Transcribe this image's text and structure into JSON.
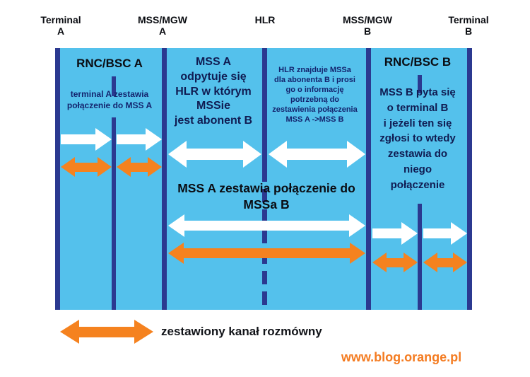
{
  "diagram": {
    "lanes": [
      {
        "label": "Terminal",
        "sub": "A"
      },
      {
        "label": "MSS/MGW",
        "sub": "A"
      },
      {
        "label": "HLR",
        "sub": ""
      },
      {
        "label": "MSS/MGW",
        "sub": "B"
      },
      {
        "label": "Terminal",
        "sub": "B"
      }
    ],
    "columns": {
      "col1_title": "RNC/BSC A",
      "col1_note": "terminal A zestawia\npołączenie do MSS A",
      "col2_text": "MSS A\nodpytuje się\nHLR w którym\nMSSie\njest abonent B",
      "col3_text": "HLR znajduje MSSa\ndla abonenta B i prosi\ngo o informację\npotrzebną do\nzestawienia połączenia\nMSS A ->MSS B",
      "col4_title": "RNC/BSC B",
      "col4_note": "MSS B pyta się\no terminal B\ni jeżeli ten się\nzgłosi to wtedy\nzestawia do\nniego\npołączenie"
    },
    "center_label": "MSS A zestawia połączenie do\nMSSa B",
    "flows": [
      {
        "from": "Terminal A",
        "to": "RNC/BSC A",
        "style": "white",
        "heads": "right"
      },
      {
        "from": "RNC/BSC A",
        "to": "MSS/MGW A",
        "style": "white",
        "heads": "right"
      },
      {
        "from": "Terminal A",
        "to": "RNC/BSC A",
        "style": "orange",
        "heads": "both"
      },
      {
        "from": "RNC/BSC A",
        "to": "MSS/MGW A",
        "style": "orange",
        "heads": "both"
      },
      {
        "from": "MSS/MGW A",
        "to": "HLR",
        "style": "white",
        "heads": "both"
      },
      {
        "from": "HLR",
        "to": "MSS/MGW B",
        "style": "white",
        "heads": "both"
      },
      {
        "from": "MSS/MGW A",
        "to": "MSS/MGW B",
        "style": "white",
        "heads": "both"
      },
      {
        "from": "MSS/MGW A",
        "to": "MSS/MGW B",
        "style": "orange",
        "heads": "both"
      },
      {
        "from": "MSS/MGW B",
        "to": "RNC/BSC B",
        "style": "white",
        "heads": "right"
      },
      {
        "from": "RNC/BSC B",
        "to": "Terminal B",
        "style": "white",
        "heads": "right"
      },
      {
        "from": "MSS/MGW B",
        "to": "RNC/BSC B",
        "style": "orange",
        "heads": "both"
      },
      {
        "from": "RNC/BSC B",
        "to": "Terminal B",
        "style": "orange",
        "heads": "both"
      }
    ]
  },
  "legend": {
    "label": "zestawiony kanał rozmówny"
  },
  "footer": {
    "url": "www.blog.orange.pl"
  },
  "colors": {
    "panel_blue": "#54C1EC",
    "line_navy": "#2B3990",
    "arrow_orange": "#F5821F",
    "arrow_white": "#FFFFFF",
    "text_navy": "#14246E",
    "url_orange": "#F47B20"
  }
}
